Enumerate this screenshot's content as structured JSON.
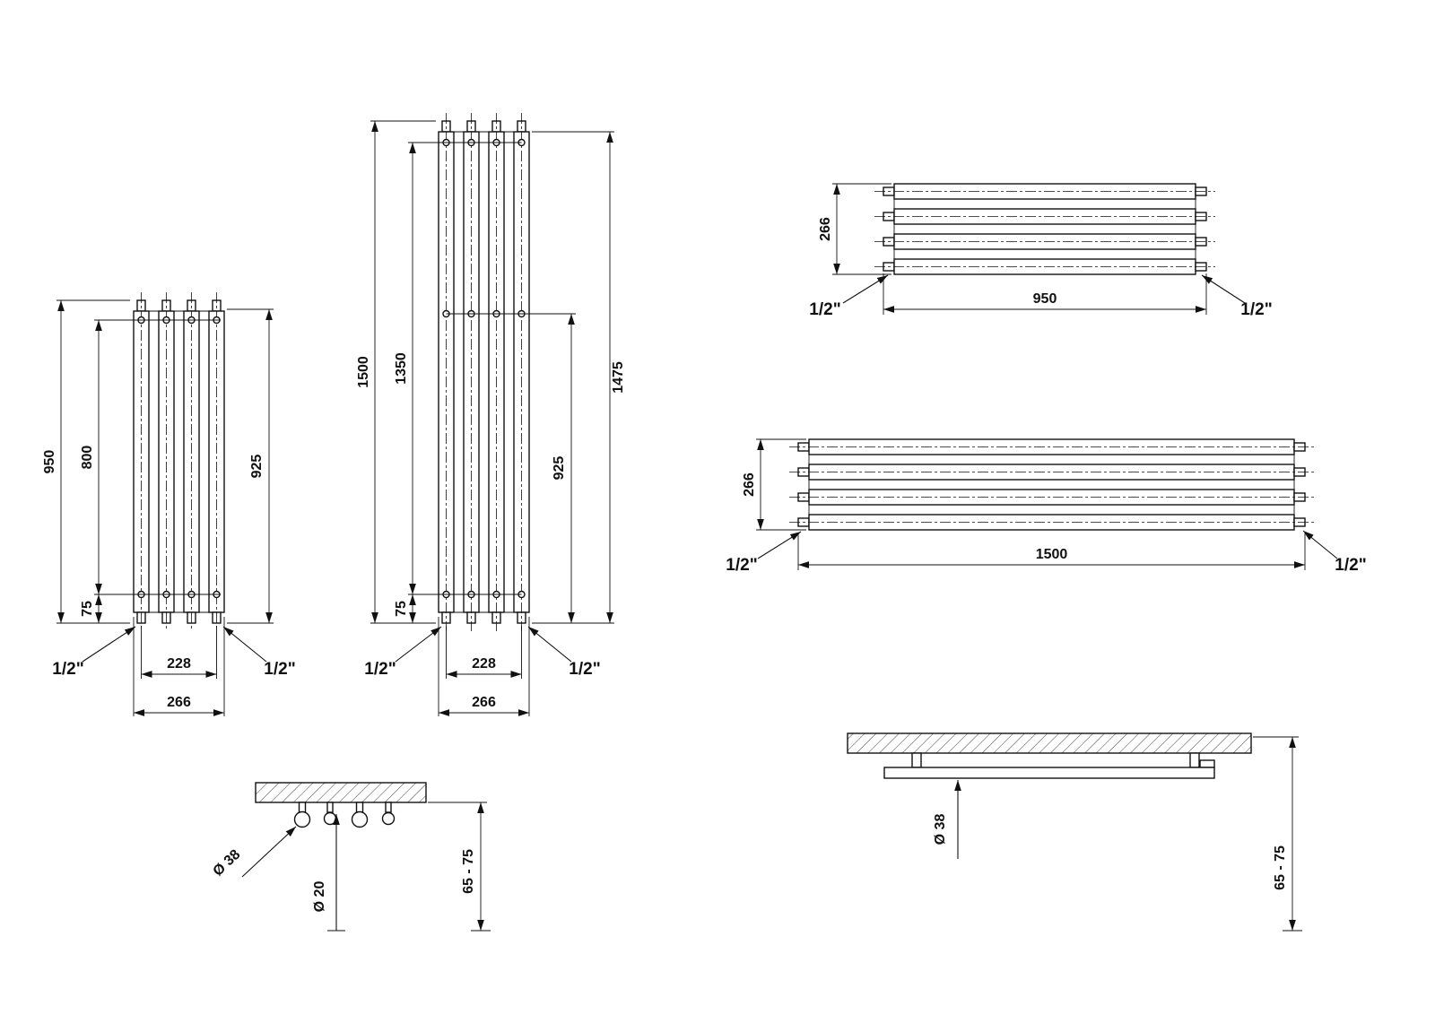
{
  "views": {
    "vertical_950": {
      "dims": {
        "total_height": "950",
        "bracket_spacing": "800",
        "bottom_offset": "75",
        "side_height": "925",
        "connection_spacing": "228",
        "total_width": "266",
        "conn_left": "1/2\"",
        "conn_right": "1/2\""
      }
    },
    "vertical_1500": {
      "dims": {
        "total_height": "1500",
        "bracket_spacing": "1350",
        "bottom_offset": "75",
        "side_height": "925",
        "tube_height": "1475",
        "connection_spacing": "228",
        "total_width": "266",
        "conn_left": "1/2\"",
        "conn_right": "1/2\""
      }
    },
    "horizontal_950": {
      "dims": {
        "depth": "266",
        "length": "950",
        "conn_left": "1/2\"",
        "conn_right": "1/2\""
      }
    },
    "horizontal_1500": {
      "dims": {
        "depth": "266",
        "length": "1500",
        "conn_left": "1/2\"",
        "conn_right": "1/2\""
      }
    },
    "section_vertical_mount": {
      "dims": {
        "bracket_diameter": "Ø 38",
        "tube_diameter": "Ø 20",
        "wall_distance": "65 - 75"
      }
    },
    "section_horizontal_mount": {
      "dims": {
        "bracket_diameter": "Ø 38",
        "wall_distance": "65 - 75"
      }
    }
  }
}
